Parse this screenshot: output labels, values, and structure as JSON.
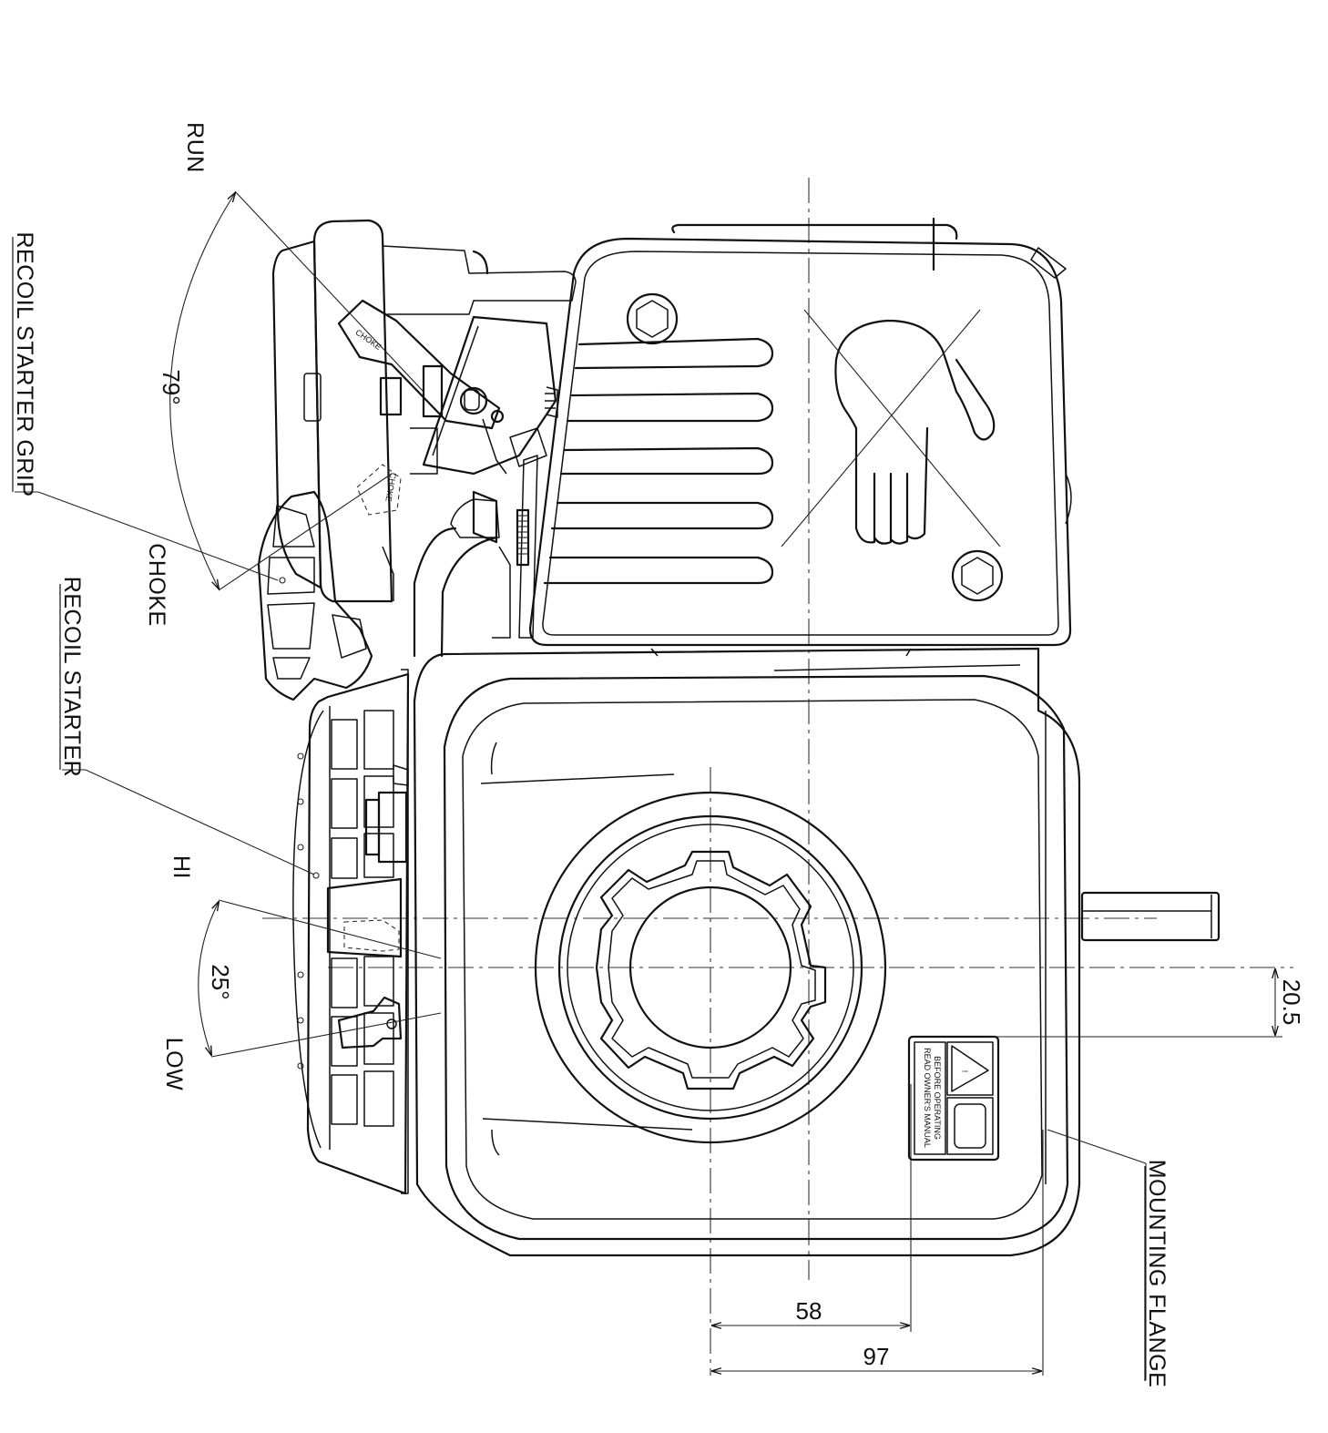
{
  "labels": {
    "run": "RUN",
    "choke": "CHOKE",
    "recoil_starter_grip": "RECOIL STARTER GRIP",
    "recoil_starter": "RECOIL STARTER",
    "hi": "HI",
    "low": "LOW",
    "mounting_flange": "MOUNTING FLANGE",
    "lever_tag": "CHOKE"
  },
  "dimensions": {
    "angle_choke": "79°",
    "angle_throttle": "25°",
    "offset": "20.5",
    "width_58": "58",
    "width_97": "97"
  },
  "warning_label": {
    "line1": "READ OWNER'S MANUAL",
    "line2": "BEFORE OPERATING",
    "symbol": "!"
  }
}
